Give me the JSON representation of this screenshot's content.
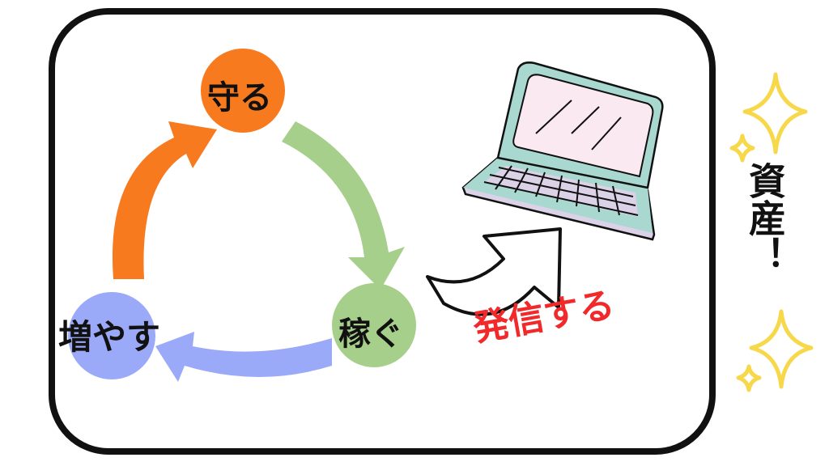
{
  "cycle": {
    "protect": "守る",
    "earn": "稼ぐ",
    "grow": "増やす"
  },
  "broadcast": "発信する",
  "asset": "資産！",
  "colors": {
    "protect": "#F77A1E",
    "earn": "#A5CF8A",
    "grow": "#9BAAF8",
    "broadcast": "#F2292B",
    "sparkle": "#F7D84B",
    "laptop_frame": "#A8D8D0",
    "laptop_screen": "#FBE9F1",
    "laptop_keys": "#DCD2E8"
  }
}
